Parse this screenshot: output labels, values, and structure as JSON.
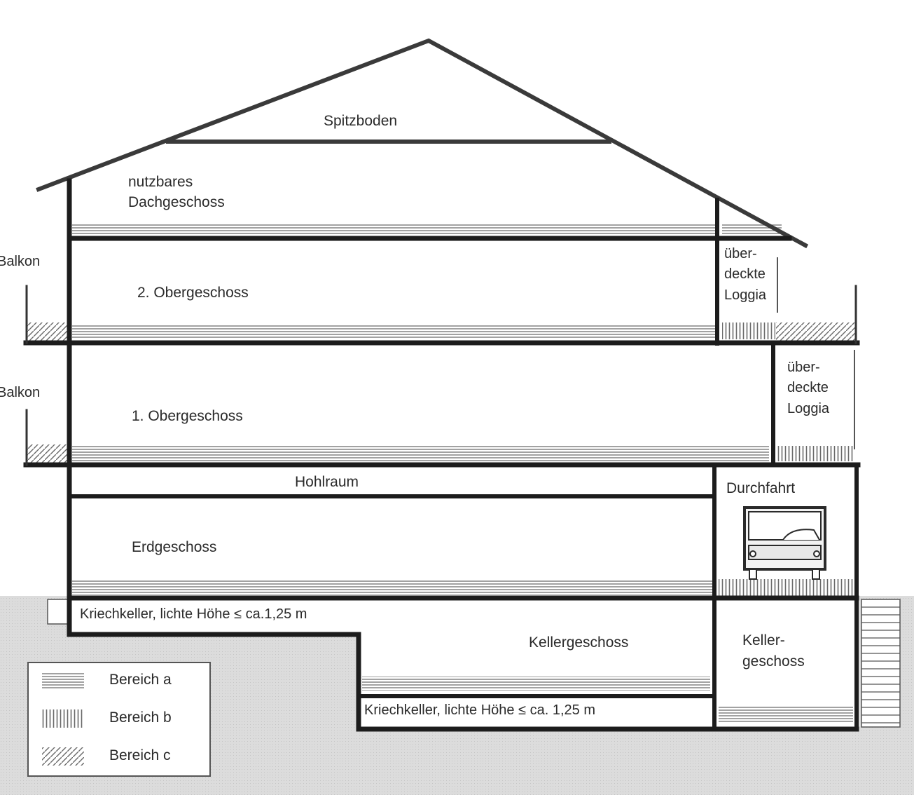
{
  "diagram": {
    "roof_label": "Spitzboden",
    "attic_label_line1": "nutzbares",
    "attic_label_line2": "Dachgeschoss",
    "floor2_label": "2. Obergeschoss",
    "floor1_label": "1. Obergeschoss",
    "cavity_label": "Hohlraum",
    "ground_label": "Erdgeschoss",
    "basement_label": "Kellergeschoss",
    "crawl_upper_label": "Kriechkeller, lichte Höhe ≤ ca.1,25 m",
    "crawl_lower_label": "Kriechkeller, lichte Höhe ≤ ca. 1,25 m",
    "balcony_upper_label": "Balkon",
    "balcony_lower_label": "Balkon",
    "loggia_upper": [
      "über-",
      "deckte",
      "Loggia"
    ],
    "loggia_lower": [
      "über-",
      "deckte",
      "Loggia"
    ],
    "passage_label": "Durchfahrt",
    "side_cellar": [
      "Keller-",
      "geschoss"
    ]
  },
  "legend": {
    "items": [
      {
        "label": "Bereich a",
        "pattern": "horizontal-hatch"
      },
      {
        "label": "Bereich b",
        "pattern": "vertical-hatch"
      },
      {
        "label": "Bereich c",
        "pattern": "diagonal-hatch"
      }
    ]
  },
  "colors": {
    "line": "#1c1c1c",
    "ground": "#d9d9d9",
    "hatch": "#8a8a8a"
  }
}
